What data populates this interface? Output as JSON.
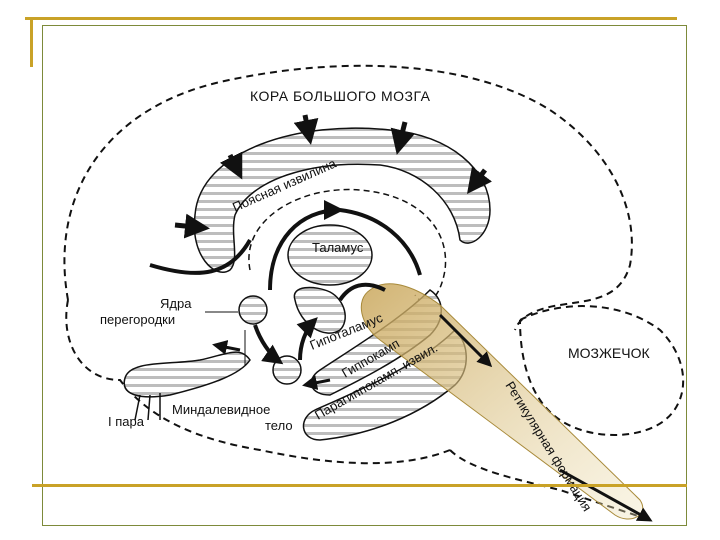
{
  "labels": {
    "cortex": "КОРА БОЛЬШОГО МОЗГА",
    "cingulate": "Поясная извилина",
    "thalamus": "Таламус",
    "septal_1": "Ядра",
    "septal_2": "перегородки",
    "hypothalamus": "Гипоталамус",
    "hippocampus": "Гиппокамп",
    "parahippocampal": "Парагиппокамп. извил.",
    "amygdala_1": "Миндалевидное",
    "amygdala_2": "тело",
    "pair": "I пара",
    "cerebellum": "МОЗЖЕЧОК",
    "reticular": "Ретикулярная формация"
  },
  "colors": {
    "frame": "#c9a227",
    "panel_border": "#7d8a3a",
    "highlight": "#d9c17a"
  }
}
